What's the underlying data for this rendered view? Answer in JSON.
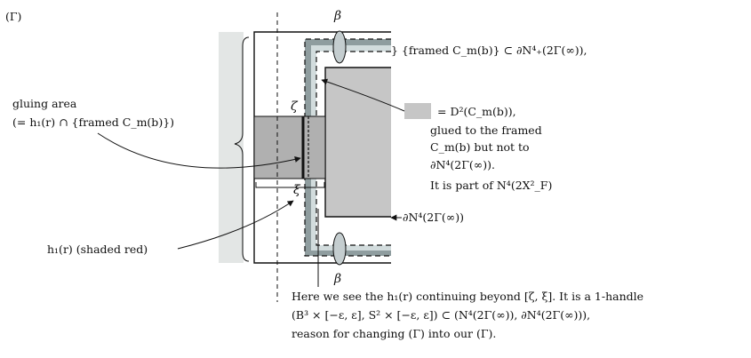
{
  "figure": {
    "panel_label": "(Γ)",
    "beta_top": "β",
    "beta_bottom": "β",
    "zeta": "ζ",
    "xi": "ξ"
  },
  "labels": {
    "framed": "} {framed C_m(b)} ⊂ ∂N⁴₊(2Γ(∞)),",
    "gluing_line1": "gluing area",
    "gluing_line2": "(= h₁(r) ∩ {framed C_m(b)})",
    "disk_line1": "= D²(C_m(b)),",
    "disk_line2": "glued to the framed",
    "disk_line3": "C_m(b) but not to",
    "disk_line4": "∂N⁴(2Γ(∞)).",
    "disk_line5": "It is part of N⁴(2X²_F)",
    "boundary": "∂N⁴(2Γ(∞))",
    "handle": "h₁(r) (shaded red)",
    "bottom_line1": "Here we see the h₁(r) continuing beyond [ζ, ξ]. It is a 1-handle",
    "bottom_line2": "(B³ × [−ε, ε], S² × [−ε, ε]) ⊂ (N⁴(2Γ(∞)), ∂N⁴(2Γ(∞))),",
    "bottom_line3": "reason for changing (Γ) into our (Γ)."
  },
  "colors": {
    "light_band": "#e3e6e5",
    "dashed_strip": "#8f9d9f",
    "inner_strip": "#d2dcdd",
    "disk_gray": "#c6c6c6",
    "gluing_box": "#b0b0b0",
    "ink": "#111111"
  }
}
